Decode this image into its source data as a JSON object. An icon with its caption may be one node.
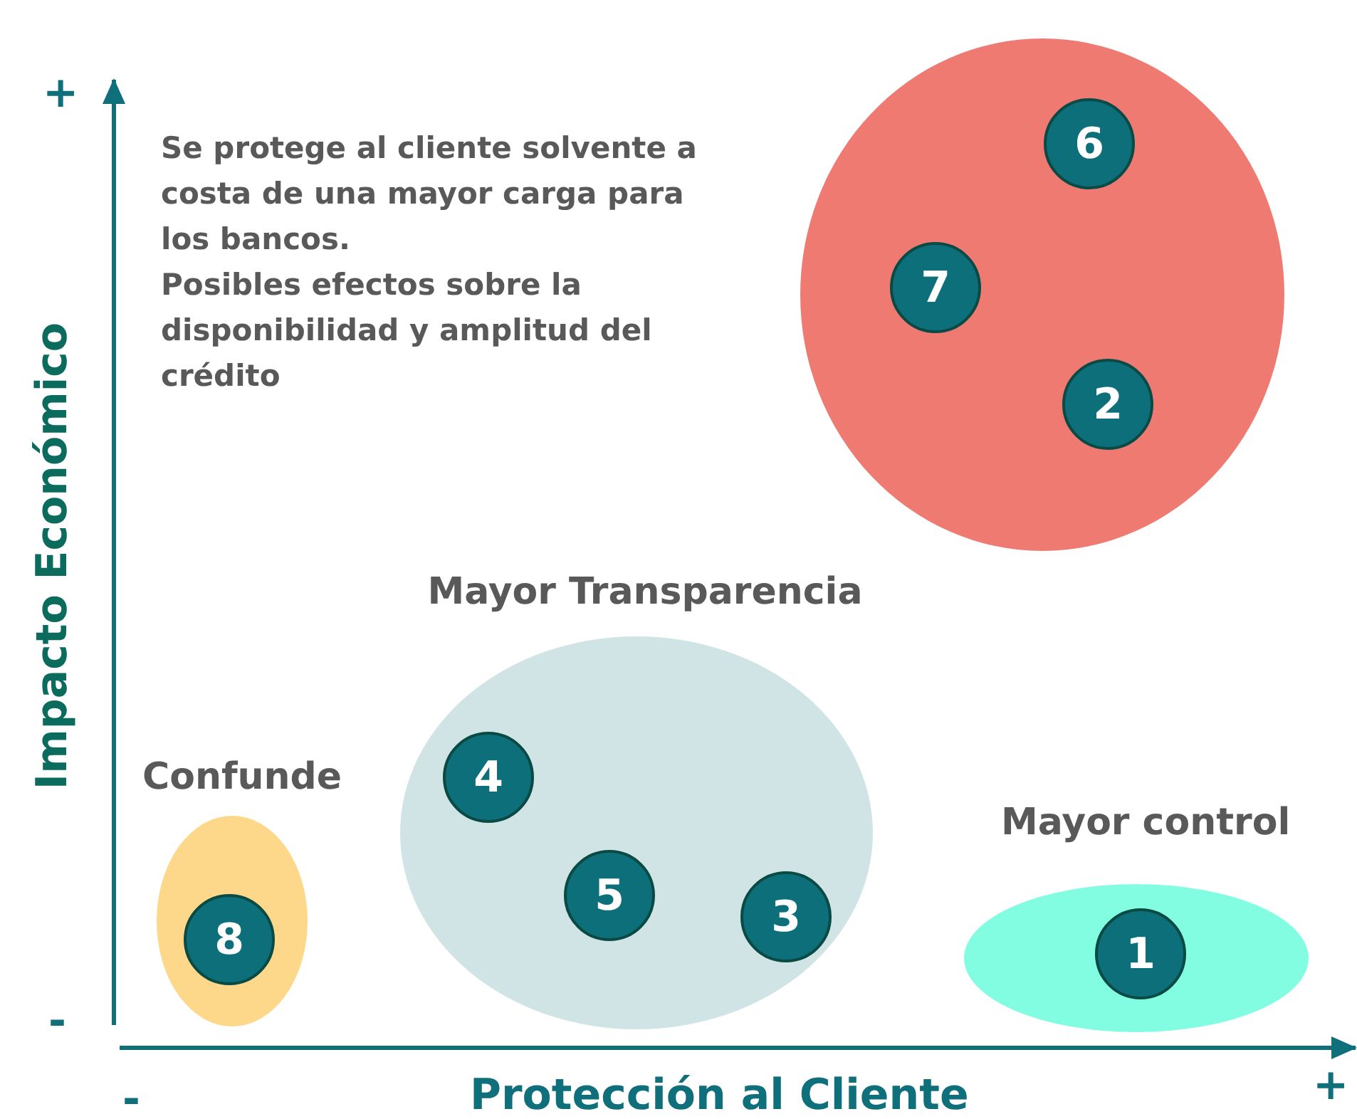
{
  "diagram": {
    "nodes": [
      {
        "text": [],
        "shape": "circle"
      },
      {
        "text": [
          "6"
        ],
        "in": 0
      },
      {
        "text": [
          "7"
        ],
        "in": 0
      },
      {
        "text": [
          "2"
        ],
        "in": 0
      },
      {
        "text": [
          "Mayor Transparencia"
        ]
      },
      {
        "text": [
          "4"
        ],
        "in": 4
      },
      {
        "text": [
          "5"
        ],
        "in": 4
      },
      {
        "text": [
          "3"
        ],
        "in": 4
      },
      {
        "text": [
          "Confunde"
        ]
      },
      {
        "text": [
          "8"
        ],
        "in": 8
      },
      {
        "text": [
          "Mayor control"
        ]
      },
      {
        "text": [
          "1"
        ],
        "in": 10
      }
    ],
    "edges": [],
    "labels": [
      "+",
      "Se protege al cliente solvente a costa de una mayor carga para los bancos.",
      "Posibles efectos sobre la disponibilidad y amplitud del crédito",
      "Impacto Económico",
      "-",
      "-",
      "Protección al Cliente",
      "+"
    ]
  }
}
